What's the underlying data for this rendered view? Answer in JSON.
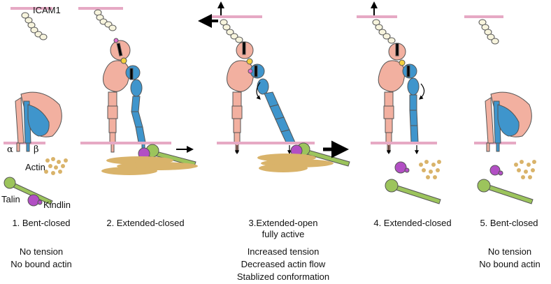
{
  "labels": {
    "icam1": "ICAM1",
    "actin": "Actin",
    "talin": "Talin",
    "kindlin": "Kindlin",
    "alpha": "α",
    "beta": "β"
  },
  "stages": [
    {
      "title": "1. Bent-closed",
      "subtitle": "",
      "notes": [
        "No tension",
        "No bound actin"
      ]
    },
    {
      "title": "2. Extended-closed",
      "subtitle": "",
      "notes": []
    },
    {
      "title": "3.Extended-open",
      "subtitle": "fully active",
      "notes": [
        "Increased tension",
        "Decreased actin flow",
        "Stablized conformation"
      ]
    },
    {
      "title": "4. Extended-closed",
      "subtitle": "",
      "notes": []
    },
    {
      "title": "5. Bent-closed",
      "subtitle": "",
      "notes": [
        "No tension",
        "No bound actin"
      ]
    }
  ],
  "colors": {
    "alpha_subunit": "#f2b0a0",
    "beta_subunit": "#3f95cc",
    "membrane": "#e6a9c4",
    "talin": "#9cc45c",
    "kindlin": "#b24fc4",
    "actin": "#d9b36a",
    "icam1": "#f7f4dd"
  }
}
